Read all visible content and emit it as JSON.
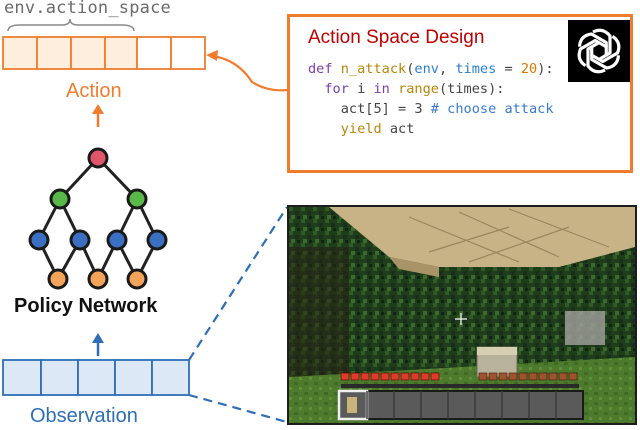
{
  "top": {
    "env_label": "env.action_space",
    "action_label": "Action",
    "policy_label": "Policy Network",
    "observation_label": "Observation"
  },
  "design": {
    "title": "Action Space Design",
    "code": {
      "line1": {
        "kw": "def ",
        "fn": "n_attack",
        "open": "(",
        "p1": "env",
        "sep": ", ",
        "p2": "times",
        "eq": " = ",
        "num": "20",
        "close": "):"
      },
      "line2": {
        "indent": "  ",
        "kw": "for ",
        "var": "i ",
        "kw2": "in ",
        "fn": "range",
        "rest": "(times):"
      },
      "line3": {
        "indent": "    ",
        "txt": "act[5] = 3 ",
        "cm": "# choose attack"
      },
      "line4": {
        "indent": "    ",
        "kw": "yield ",
        "txt": "act"
      }
    }
  },
  "icons": {
    "logo": "openai-logo-icon"
  },
  "colors": {
    "orange": "#ef7d2d",
    "blue": "#2e6fb7",
    "red_node": "#e05569",
    "green_node": "#58b848",
    "blue_node": "#3b6fc2",
    "orange_node": "#f4a35a"
  }
}
